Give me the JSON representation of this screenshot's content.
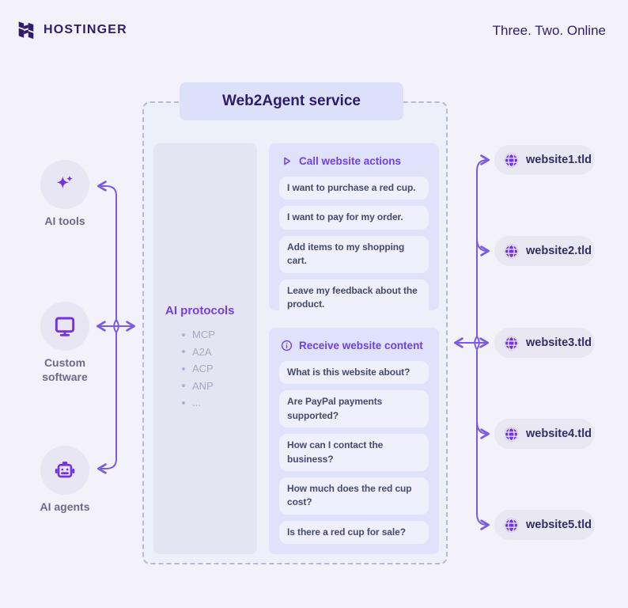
{
  "header": {
    "brand": "HOSTINGER",
    "brand_icon": "hostinger-h-logo",
    "tagline": "Three. Two. Online"
  },
  "diagram": {
    "title": "Web2Agent service",
    "left_nodes": [
      {
        "label": "AI tools",
        "icon": "sparkles-icon"
      },
      {
        "label": "Custom software",
        "icon": "monitor-icon"
      },
      {
        "label": "AI agents",
        "icon": "robot-icon"
      }
    ],
    "protocols": {
      "title": "AI protocols",
      "items": [
        "MCP",
        "A2A",
        "ACP",
        "ANP",
        "..."
      ]
    },
    "actions": {
      "title": "Call website actions",
      "icon": "play-icon",
      "messages": [
        "I want to purchase a red cup.",
        "I want to pay for my order.",
        "Add items to my shopping cart.",
        "Leave my feedback about the product."
      ]
    },
    "content": {
      "title": "Receive website content",
      "icon": "info-icon",
      "messages": [
        "What is this website about?",
        "Are PayPal payments supported?",
        "How can I contact the business?",
        "How much does the red cup cost?",
        "Is there a red cup for sale?"
      ]
    },
    "websites": [
      "website1.tld",
      "website2.tld",
      "website3.tld",
      "website4.tld",
      "website5.tld"
    ],
    "website_icon": "globe-icon"
  },
  "colors": {
    "page_bg": "#f3f2fa",
    "frame_bg": "#edeff9",
    "dashed_border": "#b9b8cf",
    "navy": "#2f1c6a",
    "purple_title": "#7140e3",
    "purple_icon": "#7433e3",
    "arrow": "#7b5ce0",
    "section_bg": "#dfe2fa",
    "bubble_bg": "#eff0fc",
    "pill_bg": "#e8e7f2"
  }
}
